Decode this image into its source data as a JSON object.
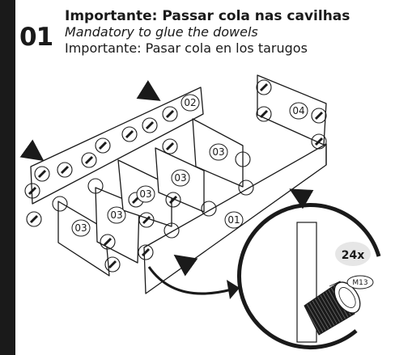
{
  "step": {
    "number": "01"
  },
  "instructions": {
    "pt": "Importante: Passar cola nas cavilhas",
    "en": "Mandatory to glue the dowels",
    "es": "Importante: Pasar cola en los tarugos"
  },
  "parts": {
    "p01": "01",
    "p02": "02",
    "p03": "03",
    "p04": "04"
  },
  "detail": {
    "quantity": "24x",
    "hardware_code": "M13"
  }
}
